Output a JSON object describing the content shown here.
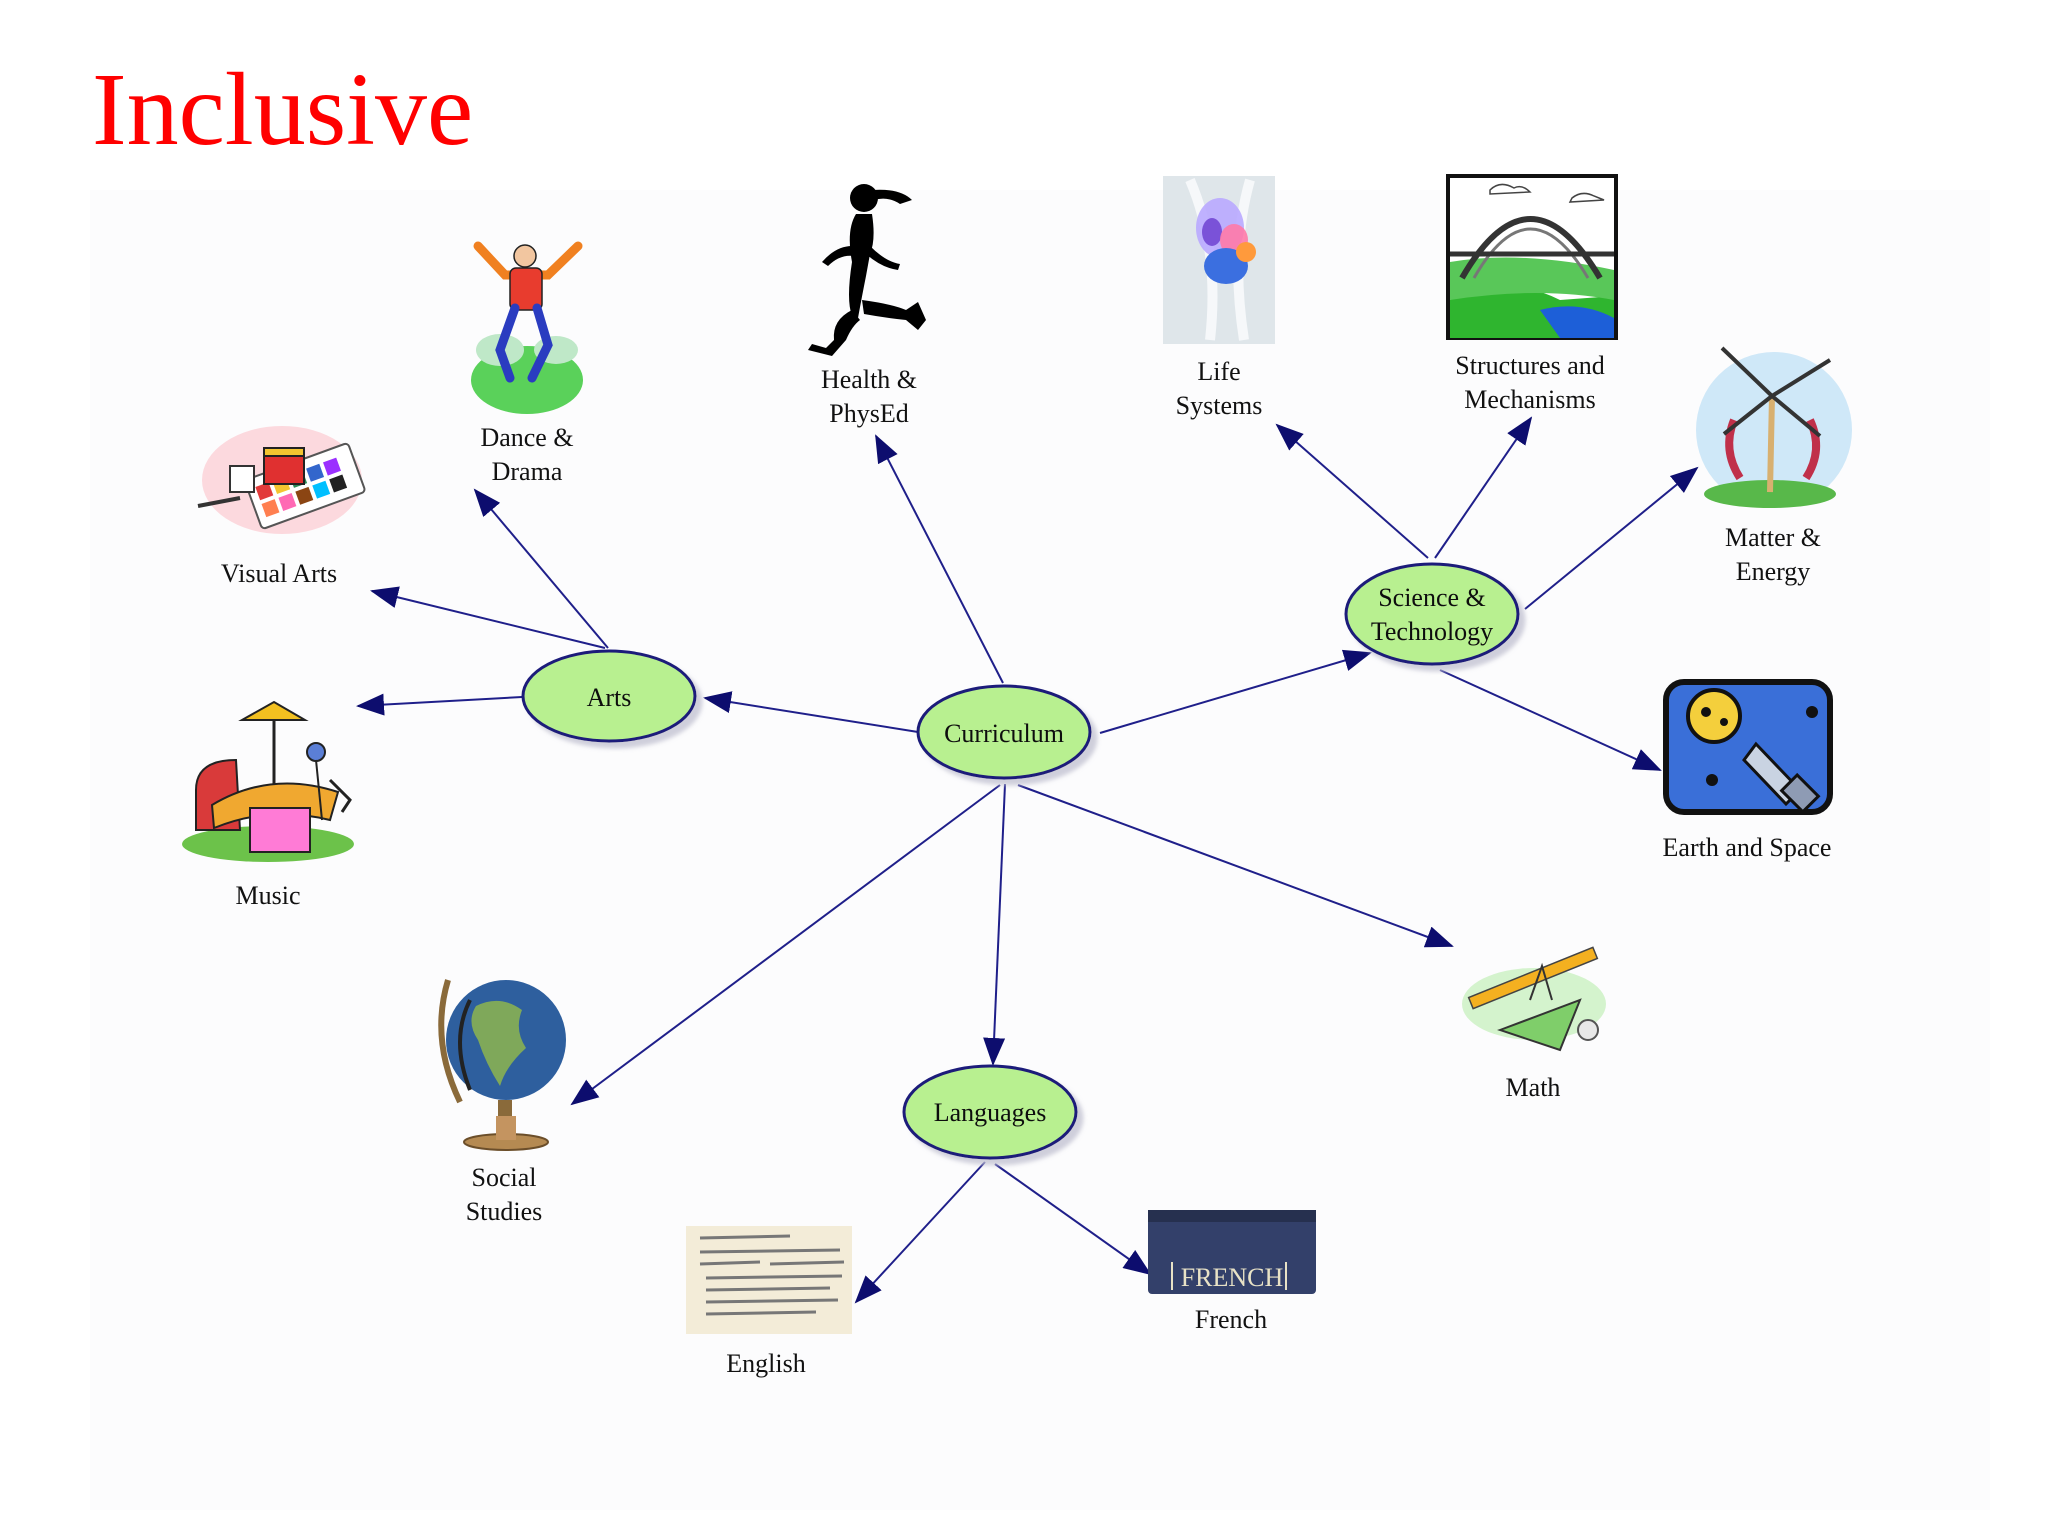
{
  "title": "Inclusive",
  "colors": {
    "title": "#ff0000",
    "node_fill": "#b8f090",
    "node_stroke": "#1a1a7a",
    "arrow": "#1f1f8a"
  },
  "nodes": {
    "curriculum": "Curriculum",
    "arts": "Arts",
    "science_line1": "Science &",
    "science_line2": "Technology",
    "languages": "Languages"
  },
  "leaves": {
    "visual_arts": "Visual Arts",
    "dance_line1": "Dance &",
    "dance_line2": "Drama",
    "music": "Music",
    "health_line1": "Health &",
    "health_line2": "PhysEd",
    "life_line1": "Life",
    "life_line2": "Systems",
    "structures_line1": "Structures and",
    "structures_line2": "Mechanisms",
    "matter_line1": "Matter &",
    "matter_line2": "Energy",
    "earth_space": "Earth and Space",
    "math": "Math",
    "social_line1": "Social",
    "social_line2": "Studies",
    "english": "English",
    "french": "French"
  },
  "icons": {
    "visual_arts": "paint-palette-icon",
    "dance": "dancer-icon",
    "music": "music-instruments-icon",
    "health": "runner-icon",
    "life": "anatomy-icon",
    "structures": "bridge-icon",
    "matter": "windmill-icon",
    "earth_space": "telescope-moon-icon",
    "math": "geometry-tools-icon",
    "social": "globe-icon",
    "english": "dictionary-page-icon",
    "french": "french-book-icon"
  },
  "french_book_label": "FRENCH"
}
